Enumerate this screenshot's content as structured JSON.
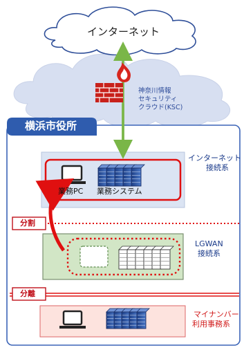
{
  "internet": "インターネット",
  "ksc_cloud": [
    "神奈川情報",
    "セキュリティ",
    "クラウド(KSC)"
  ],
  "city": "横浜市役所",
  "segments": {
    "internet": [
      "インターネット",
      "接続系"
    ],
    "lgwan": [
      "LGWAN",
      "接続系"
    ],
    "mynumber": [
      "マイナンバー",
      "利用事務系"
    ]
  },
  "split_label": "分割",
  "separate_label": "分離",
  "pc_label": "業務PC",
  "system_label": "業務システム",
  "colors": {
    "frame": "#3b64b7",
    "title_bg": "#2f5cae",
    "internet_zone": "#dbe4f3",
    "lgwan_zone": "#d2e6c6",
    "mynumber_zone": "#fde3de",
    "red": "#e01010",
    "green_arrow": "#7ab648",
    "cloud_outer": "#d7dff1",
    "firewall": "#c8211b"
  }
}
